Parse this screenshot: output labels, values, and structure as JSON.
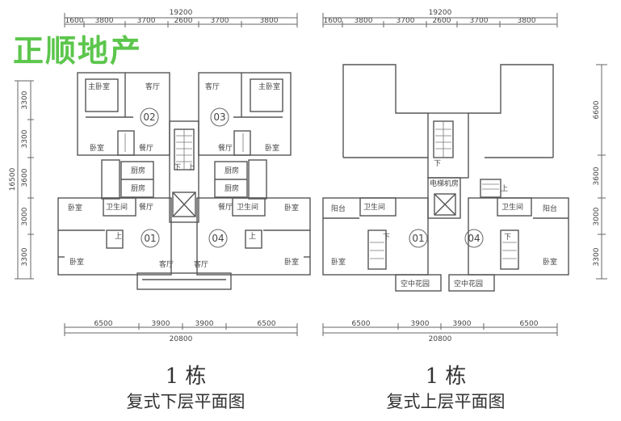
{
  "brand": "正顺地产",
  "lower": {
    "building": "1 栋",
    "floor_title": "复式下层平面图",
    "top_total": "19200",
    "top_dims": [
      "1600",
      "3800",
      "3700",
      "2600",
      "3700",
      "3800"
    ],
    "bottom_total": "20800",
    "bottom_dims": [
      "6500",
      "3900",
      "3900",
      "6500"
    ],
    "left_total": "16500",
    "left_dims": [
      "3300",
      "3300",
      "3600",
      "3000",
      "3300"
    ],
    "units": [
      "02",
      "03",
      "01",
      "04"
    ],
    "rooms": {
      "master_bedroom": "主卧室",
      "living": "客厅",
      "bedroom": "卧室",
      "bathroom": "卫生间",
      "bath_vertical": "卫生间",
      "dining": "餐厅",
      "kitchen": "厨房",
      "up": "上",
      "down": "下"
    }
  },
  "upper": {
    "building": "1 栋",
    "floor_title": "复式上层平面图",
    "top_total": "19200",
    "top_dims": [
      "1600",
      "3800",
      "3700",
      "2600",
      "3700",
      "3800"
    ],
    "bottom_total": "20800",
    "bottom_dims": [
      "6500",
      "3900",
      "3900",
      "6500"
    ],
    "right_dims": [
      "6600",
      "3600",
      "3000",
      "3300"
    ],
    "units": [
      "01",
      "04"
    ],
    "rooms": {
      "balcony": "阳台",
      "bathroom": "卫生间",
      "elevator_room": "电梯机房",
      "bedroom": "卧室",
      "garden": "空中花园",
      "up": "上",
      "down": "下"
    }
  }
}
